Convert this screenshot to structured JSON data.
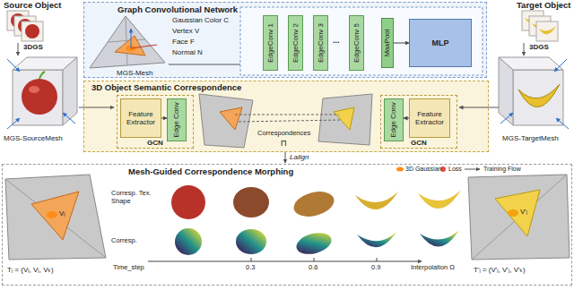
{
  "diagram": {
    "nodes": [
      {
        "text": [
          "Graph Convolutional Network"
        ]
      },
      {
        "text": [
          "EdgeConv 1"
        ],
        "in": 0
      },
      {
        "text": [
          "EdgeConv 2"
        ],
        "in": 0
      },
      {
        "text": [
          "EdgeConv 3"
        ],
        "in": 0
      },
      {
        "text": [
          "EdgeConv 5"
        ],
        "in": 0
      },
      {
        "text": [
          "MaxPool"
        ],
        "in": 0
      },
      {
        "text": [
          "MLP"
        ],
        "in": 0
      },
      {
        "text": [
          "3D Object Semantic Correspondence"
        ]
      },
      {
        "text": [
          "GCN"
        ],
        "in": 7
      },
      {
        "text": [
          "Feature Extractor"
        ],
        "in": 8
      },
      {
        "text": [
          "Edge Conv"
        ],
        "in": 8
      },
      {
        "text": [
          "GCN"
        ],
        "in": 7
      },
      {
        "text": [
          "Edge Conv"
        ],
        "in": 11
      },
      {
        "text": [
          "Feature Extractor"
        ],
        "in": 11
      },
      {
        "text": [
          "Mesh-Guided Correspondence Morphing"
        ]
      }
    ],
    "edges": [
      {
        "from": 9,
        "to": 10,
        "arrow": "to"
      },
      {
        "from": 13,
        "to": 12,
        "arrow": "to"
      },
      {
        "from": 5,
        "to": 6,
        "arrow": "to"
      }
    ],
    "labels": [
      "Source Object",
      "3DGS",
      "MGS-SourceMesh",
      "Gaussian Color C",
      "Vertex V",
      "Face F",
      "Normal N",
      "MGS-Mesh",
      "...",
      "Target Object",
      "3DGS",
      "MGS-TargetMesh",
      "Correspondences",
      "Π",
      "Lalign",
      "Vᵢ",
      "Tᵢ = (Vᵢ, Vⱼ, Vₖ)",
      "Corresp. Tex. Shape",
      "Corresp.",
      "Time_step",
      "0.3",
      "0.6",
      "0.9",
      "Interpolation Ω",
      "V'ᵢ",
      "T'ᵢ = (V'ᵢ, V'ⱼ, V'ₖ)"
    ],
    "legend": [
      {
        "text": "3D Gaussian"
      },
      {
        "text": "Loss"
      },
      {
        "text": "Training Flow"
      }
    ]
  }
}
